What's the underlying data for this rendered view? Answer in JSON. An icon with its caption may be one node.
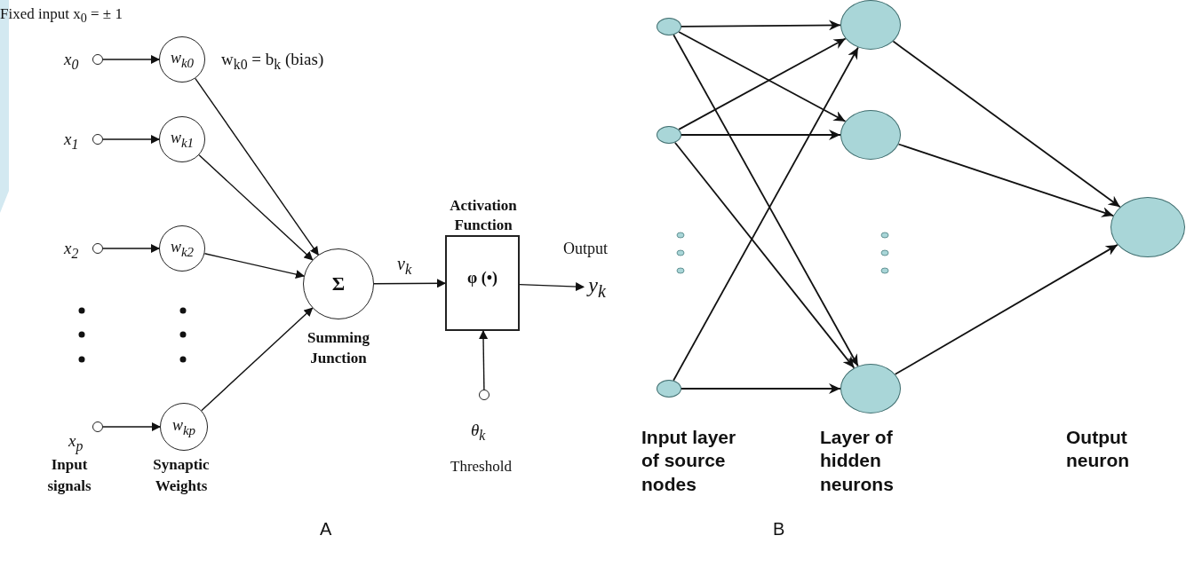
{
  "diagram": {
    "nodes": [
      {
        "text": [],
        "shape": "circle",
        "beside": [
          "x$_{0}$"
        ]
      },
      {
        "text": [
          "w$_{k0}$"
        ]
      },
      {
        "text": [],
        "shape": "circle",
        "beside": [
          "x$_{1}$"
        ]
      },
      {
        "text": [
          "w$_{k1}$"
        ]
      },
      {
        "text": [],
        "shape": "circle",
        "beside": [
          "x$_{2}$"
        ]
      },
      {
        "text": [
          "w$_{k2}$"
        ]
      },
      {
        "text": [],
        "shape": "circle",
        "beside": [
          "x$_{p}$"
        ]
      },
      {
        "text": [
          "w$_{kp}$"
        ]
      },
      {
        "text": [
          "Σ"
        ],
        "beside": [
          "Summing Junction"
        ]
      },
      {
        "text": [
          "Activation Function",
          "φ (•)"
        ]
      },
      {
        "text": [],
        "shape": "circle",
        "beside": [
          "θ$_{k}$",
          "Threshold"
        ]
      },
      {
        "text": [
          "y$_{k}$"
        ],
        "beside": [
          "Output"
        ]
      },
      {
        "text": [],
        "shape": "circle"
      },
      {
        "text": [],
        "shape": "circle"
      },
      {
        "text": [],
        "shape": "circle"
      },
      {
        "text": [],
        "shape": "circle"
      },
      {
        "text": [],
        "shape": "circle"
      },
      {
        "text": [],
        "shape": "circle"
      },
      {
        "text": [],
        "shape": "circle"
      }
    ],
    "edges": [
      {
        "from": 0,
        "to": 1,
        "arrow": "to"
      },
      {
        "from": 2,
        "to": 3,
        "arrow": "to"
      },
      {
        "from": 4,
        "to": 5,
        "arrow": "to"
      },
      {
        "from": 6,
        "to": 7,
        "arrow": "to"
      },
      {
        "from": 1,
        "to": 8,
        "arrow": "to"
      },
      {
        "from": 3,
        "to": 8,
        "arrow": "to"
      },
      {
        "from": 5,
        "to": 8,
        "arrow": "to"
      },
      {
        "from": 7,
        "to": 8,
        "arrow": "to"
      },
      {
        "from": 8,
        "to": 9,
        "arrow": "to",
        "label": "v$_{k}$"
      },
      {
        "from": 10,
        "to": 9,
        "arrow": "to"
      },
      {
        "from": 9,
        "to": 11,
        "arrow": "to"
      },
      {
        "from": 12,
        "to": 15,
        "arrow": "to"
      },
      {
        "from": 12,
        "to": 16,
        "arrow": "to"
      },
      {
        "from": 12,
        "to": 17,
        "arrow": "to"
      },
      {
        "from": 13,
        "to": 15,
        "arrow": "to"
      },
      {
        "from": 13,
        "to": 16,
        "arrow": "to"
      },
      {
        "from": 13,
        "to": 17,
        "arrow": "to"
      },
      {
        "from": 14,
        "to": 15,
        "arrow": "to"
      },
      {
        "from": 14,
        "to": 17,
        "arrow": "to"
      },
      {
        "from": 15,
        "to": 18,
        "arrow": "to"
      },
      {
        "from": 16,
        "to": 18,
        "arrow": "to"
      },
      {
        "from": 17,
        "to": 18,
        "arrow": "to"
      }
    ],
    "labels": [
      "Fixed input x$_{0}$ = ± 1",
      "w$_{k0}$ = b$_{k}$ (bias)",
      "Input signals",
      "Synaptic Weights",
      "Input layer of source nodes",
      "Layer of hidden neurons",
      "Output neuron",
      "A",
      "B"
    ]
  }
}
